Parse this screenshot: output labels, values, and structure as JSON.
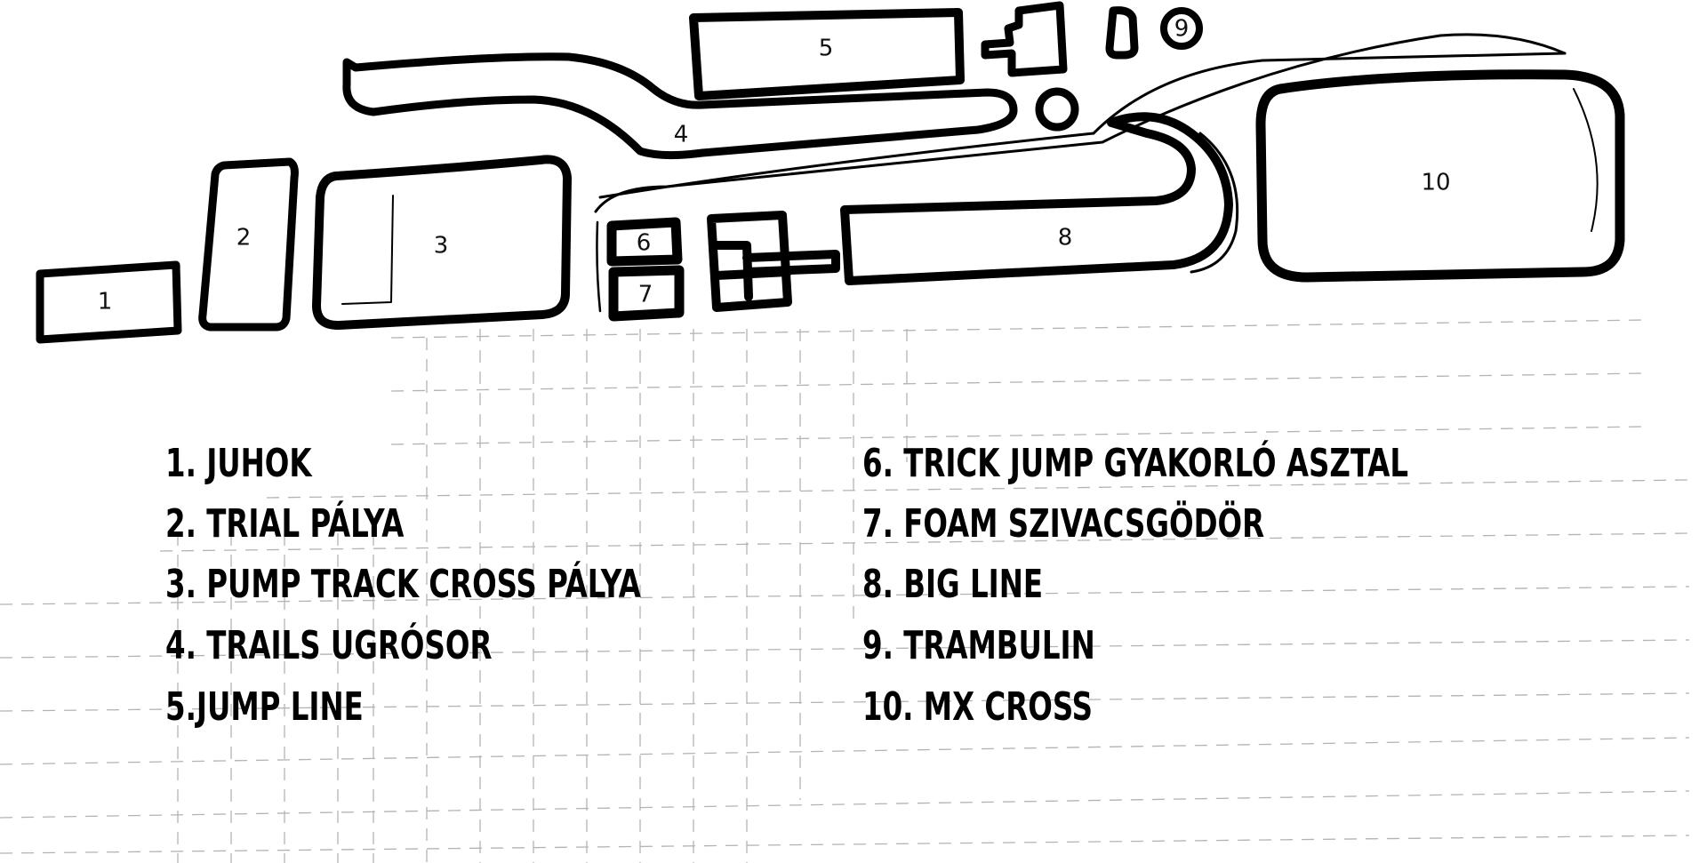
{
  "map": {
    "zones": [
      {
        "id": "1",
        "label": "1"
      },
      {
        "id": "2",
        "label": "2"
      },
      {
        "id": "3",
        "label": "3"
      },
      {
        "id": "4",
        "label": "4"
      },
      {
        "id": "5",
        "label": "5"
      },
      {
        "id": "6",
        "label": "6"
      },
      {
        "id": "7",
        "label": "7"
      },
      {
        "id": "8",
        "label": "8"
      },
      {
        "id": "9",
        "label": "9"
      },
      {
        "id": "10",
        "label": "10"
      }
    ]
  },
  "legend": {
    "left": [
      "1. JUHOK",
      "2. TRIAL PÁLYA",
      "3. PUMP TRACK CROSS PÁLYA",
      "4. TRAILS UGRÓSOR",
      "5.JUMP LINE"
    ],
    "right": [
      "6. TRICK JUMP GYAKORLÓ ASZTAL",
      "7.  FOAM SZIVACSGÖDÖR",
      "8. BIG LINE",
      "9. TRAMBULIN",
      "10. MX CROSS"
    ]
  }
}
